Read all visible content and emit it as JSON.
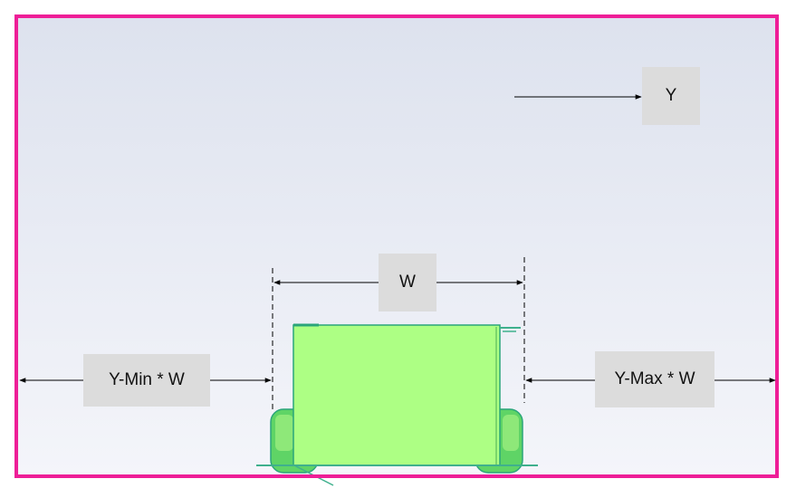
{
  "diagram": {
    "labels": {
      "axis": "Y",
      "width": "W",
      "y_min": "Y-Min * W",
      "y_max": "Y-Max * W"
    },
    "colors": {
      "boundary": "#ee1e97",
      "background_top": "#dde2ee",
      "background_bottom": "#f4f5fa",
      "vehicle_body": "#adff84",
      "vehicle_edge": "#2aa57a",
      "wheel": "#5fd466",
      "label_box": "#dcdcdc",
      "arrow": "#000000"
    }
  }
}
